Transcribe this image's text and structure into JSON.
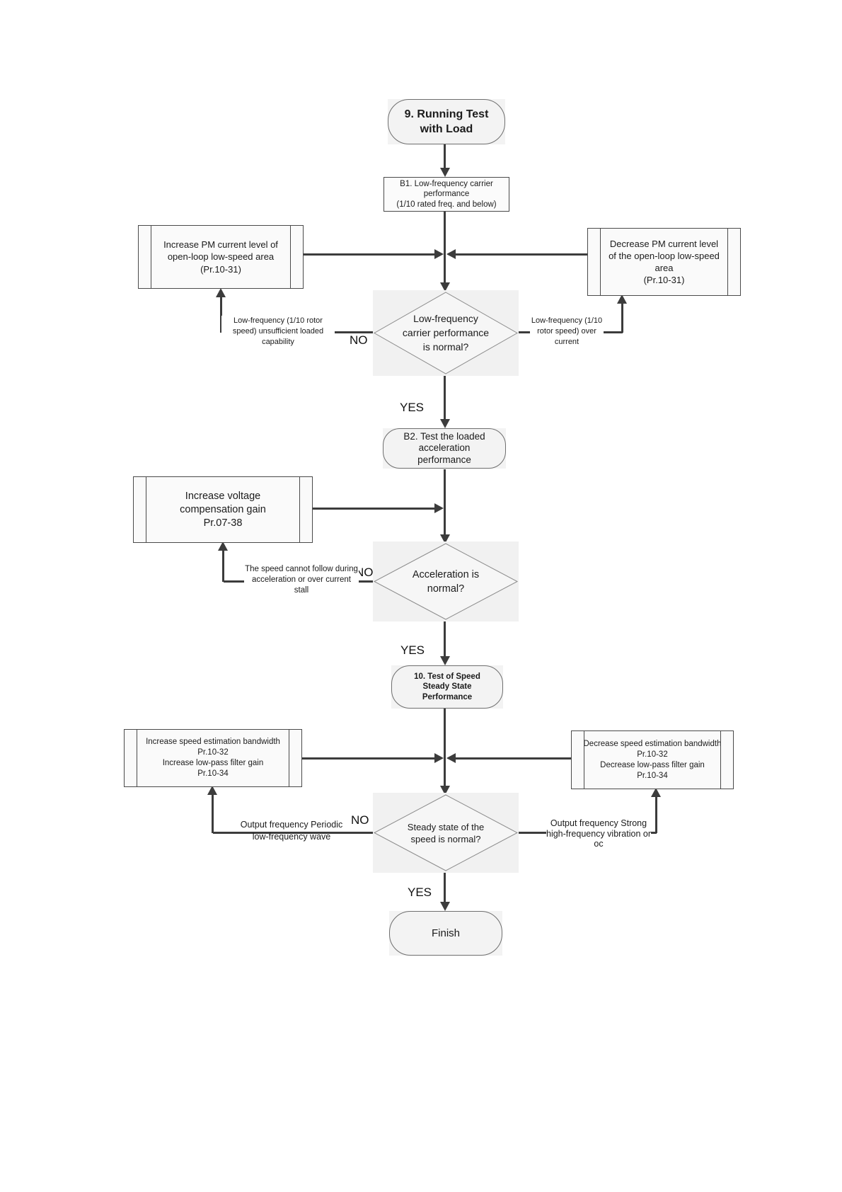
{
  "flowchart": {
    "colors": {
      "arrow": "#3c3c3c",
      "border": "#6e6e6e",
      "fill": "#f3f3f3",
      "band": "#f1f1f1",
      "text": "#1b1b1b"
    },
    "nodes": {
      "start": {
        "lines": [
          "9. Running Test",
          "with Load"
        ]
      },
      "b1": {
        "lines": [
          "B1. Low-frequency carrier",
          "performance",
          "(1/10 rated freq. and below)"
        ]
      },
      "increase_pm": {
        "lines": [
          "Increase PM current level of",
          "open-loop low-speed area",
          "(Pr.10-31)"
        ]
      },
      "decrease_pm": {
        "lines": [
          "Decrease PM current level",
          "of the open-loop low-speed",
          "area",
          "(Pr.10-31)"
        ]
      },
      "d1": {
        "lines": [
          "Low-frequency",
          "carrier performance",
          "is normal?"
        ]
      },
      "b2": {
        "lines": [
          "B2. Test the loaded",
          "acceleration",
          "performance"
        ]
      },
      "increase_voltage": {
        "lines": [
          "Increase voltage",
          "compensation gain",
          "Pr.07-38"
        ]
      },
      "d2": {
        "lines": [
          "Acceleration is",
          "normal?"
        ]
      },
      "speed_test": {
        "lines": [
          "10. Test of Speed",
          "Steady State",
          "Performance"
        ]
      },
      "increase_bw": {
        "lines": [
          "Increase speed estimation bandwidth",
          "Pr.10-32",
          "Increase low-pass filter gain",
          "Pr.10-34"
        ]
      },
      "decrease_bw": {
        "lines": [
          "Decrease speed estimation bandwidth",
          "Pr.10-32",
          "Decrease low-pass filter gain",
          "Pr.10-34"
        ]
      },
      "d3": {
        "lines": [
          "Steady state of the",
          "speed is normal?"
        ]
      },
      "finish": {
        "lines": [
          "Finish"
        ]
      }
    },
    "edge_labels": {
      "yes": "YES",
      "no": "NO",
      "lf_left": {
        "lines": [
          "Low-frequency",
          "(1/10 rotor speed)",
          "unsufficient loaded capability"
        ]
      },
      "lf_right": {
        "lines": [
          "Low-frequency",
          "(1/10 rotor speed)",
          "over current"
        ]
      },
      "accel_no": {
        "lines": [
          "The speed cannot follow",
          "during acceleration or",
          "over current stall"
        ]
      },
      "steady_no": {
        "lines": [
          "Output frequency",
          "Periodic low-frequency wave"
        ]
      },
      "steady_right": {
        "lines": [
          "Output frequency",
          "Strong high-frequency",
          "vibration or oc"
        ]
      }
    }
  }
}
